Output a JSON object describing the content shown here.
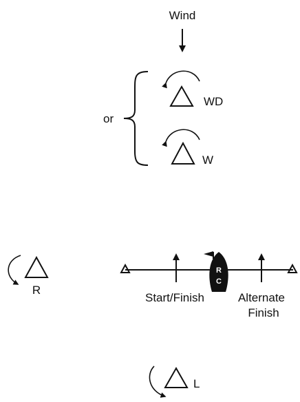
{
  "wind": {
    "label": "Wind"
  },
  "choice": {
    "label": "or"
  },
  "marks": {
    "wd": "WD",
    "w": "W",
    "r": "R",
    "l": "L"
  },
  "line": {
    "start_finish": "Start/Finish",
    "alternate_1": "Alternate",
    "alternate_2": "Finish"
  },
  "committee_boat": {
    "r": "R",
    "c": "C"
  },
  "colors": {
    "ink": "#111111",
    "background": "#ffffff"
  }
}
